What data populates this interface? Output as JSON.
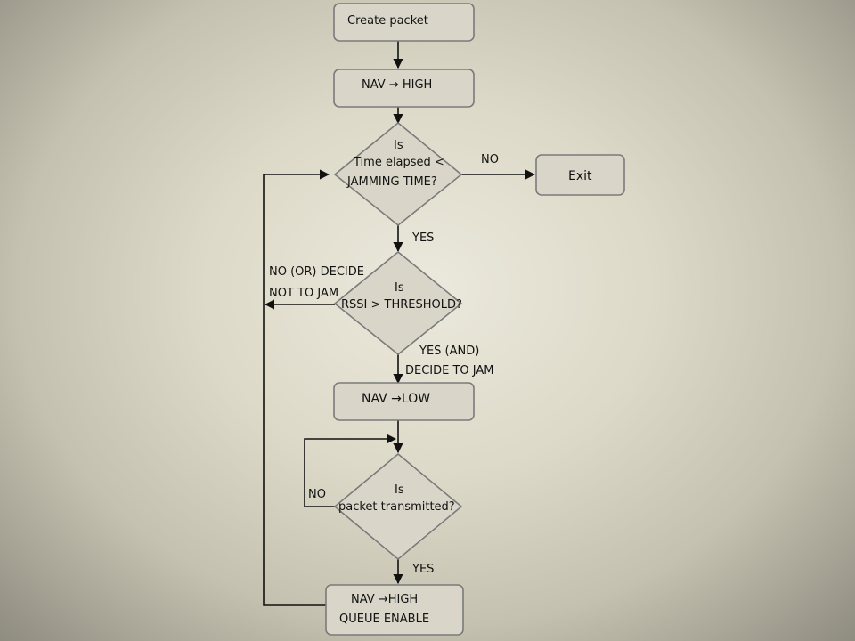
{
  "diagram": {
    "nodes": {
      "create_packet": "Create packet",
      "nav_high": "NAV → HIGH",
      "decision_time": [
        "Is",
        "Time elapsed <",
        "JAMMING TIME?"
      ],
      "exit": "Exit",
      "decision_rssi": [
        "Is",
        "RSSI > THRESHOLD?"
      ],
      "nav_low": "NAV →LOW",
      "decision_transmitted": [
        "Is",
        "packet transmitted?"
      ],
      "nav_high_queue": [
        "NAV →HIGH",
        "QUEUE ENABLE"
      ]
    },
    "edges": {
      "time_no": "NO",
      "time_yes": "YES",
      "rssi_no": [
        "NO (OR) DECIDE",
        "NOT TO JAM"
      ],
      "rssi_yes": [
        "YES (AND)",
        "DECIDE TO JAM"
      ],
      "transmitted_no": "NO",
      "transmitted_yes": "YES"
    }
  }
}
